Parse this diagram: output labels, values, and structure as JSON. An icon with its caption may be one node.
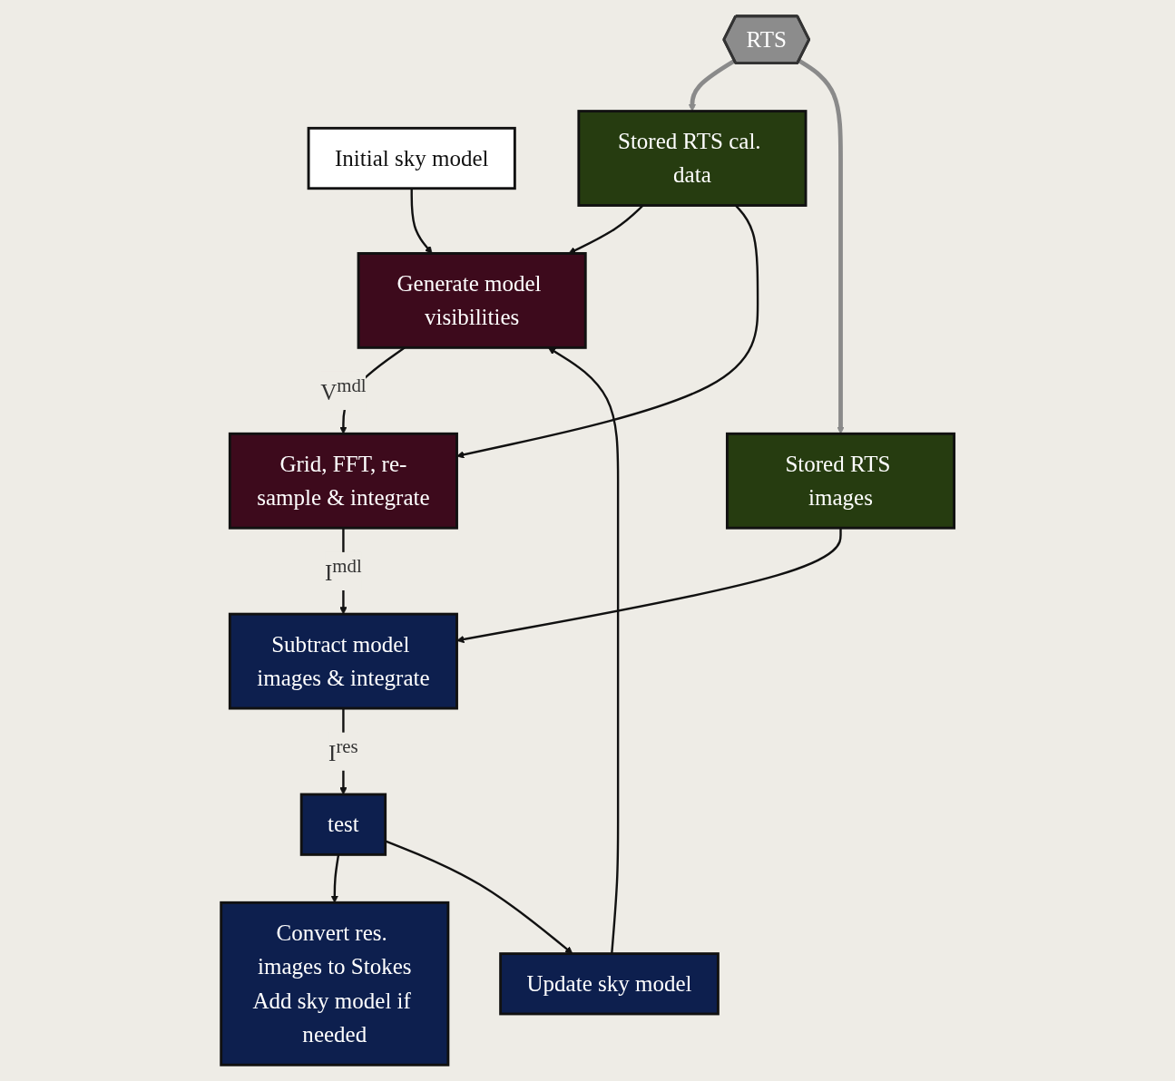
{
  "diagram": {
    "nodes": [
      {
        "text": [
          "Initial sky model"
        ]
      },
      {
        "text": [
          "Generate model visibilities"
        ]
      },
      {
        "text": [
          "Stored RTS cal. data"
        ]
      },
      {
        "text": [
          "Grid, FFT, re-sample & integrate"
        ]
      },
      {
        "text": [
          "RTS"
        ]
      },
      {
        "text": [
          "Stored RTS images"
        ]
      },
      {
        "text": [
          "Subtract model images & integrate"
        ]
      },
      {
        "text": [
          "test"
        ]
      },
      {
        "text": [
          "Convert res. images to Stokes",
          "Add sky model if needed"
        ]
      },
      {
        "text": [
          "Update sky model"
        ]
      }
    ],
    "edges": [
      {
        "from": 0,
        "to": 1,
        "arrow": "to"
      },
      {
        "from": 2,
        "to": 1,
        "arrow": "to"
      },
      {
        "from": 1,
        "to": 3,
        "arrow": "to",
        "label": "V$^{mdl}$"
      },
      {
        "from": 2,
        "to": 3,
        "arrow": "to"
      },
      {
        "from": 4,
        "to": 2,
        "arrow": "to",
        "style": "thick",
        "color": "#8a8a8a"
      },
      {
        "from": 4,
        "to": 5,
        "arrow": "to",
        "style": "thick",
        "color": "#8a8a8a"
      },
      {
        "from": 3,
        "to": 6,
        "arrow": "to",
        "label": "I$^{mdl}$"
      },
      {
        "from": 5,
        "to": 6,
        "arrow": "to"
      },
      {
        "from": 6,
        "to": 7,
        "arrow": "to",
        "label": "I$^{res}$"
      },
      {
        "from": 7,
        "to": 8,
        "arrow": "to"
      },
      {
        "from": 7,
        "to": 9,
        "arrow": "to"
      },
      {
        "from": 9,
        "to": 1,
        "arrow": "to"
      }
    ]
  }
}
